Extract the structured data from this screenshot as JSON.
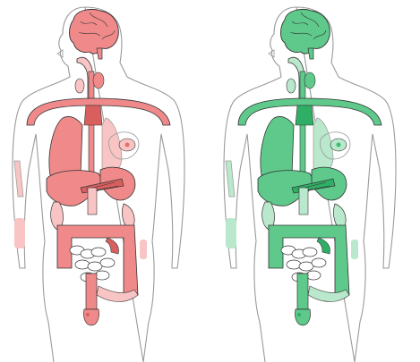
{
  "figures": [
    {
      "key": "left",
      "fill": "#f08a8a",
      "fill_light": "#f8c4c4",
      "fill_dark": "#d95f5f",
      "accent": "#e56f6f"
    },
    {
      "key": "right",
      "fill": "#5ec98a",
      "fill_light": "#b9e8cc",
      "fill_dark": "#2fae66",
      "accent": "#3dbb73"
    }
  ],
  "outline_color": "#9a9a9a",
  "ink_color": "#333333",
  "organs": [
    "brain",
    "trachea",
    "thyroid",
    "lungs",
    "heart",
    "aorta",
    "breast",
    "liver",
    "stomach",
    "pancreas",
    "kidney",
    "small-intestine",
    "large-intestine",
    "bladder",
    "arm-lymph",
    "forearm-lymph"
  ]
}
